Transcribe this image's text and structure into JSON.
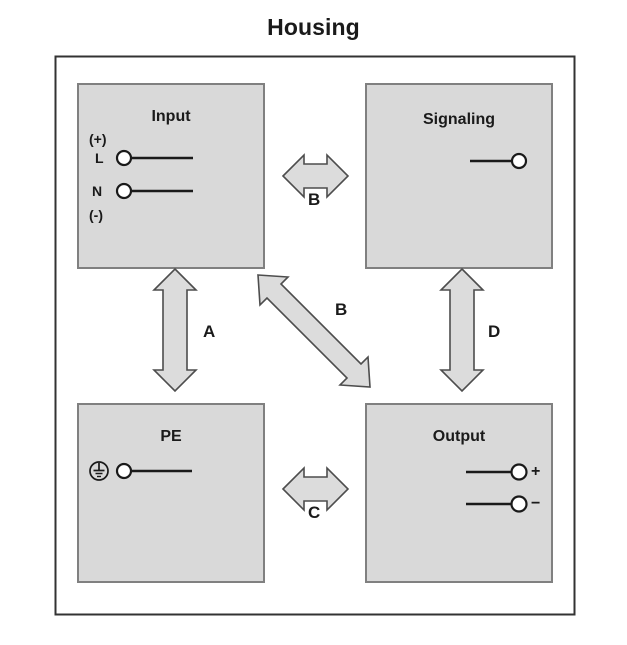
{
  "diagram": {
    "title": "Housing",
    "housing_frame": {
      "label": "housing-frame"
    },
    "blocks": [
      {
        "id": "input",
        "title": "Input",
        "terminals": [
          {
            "label": "(+)",
            "type": "text-only"
          },
          {
            "label": "L",
            "type": "terminal"
          },
          {
            "label": "N",
            "type": "terminal"
          },
          {
            "label": "(-)",
            "type": "text-only"
          }
        ]
      },
      {
        "id": "signaling",
        "title": "Signaling",
        "terminals": [
          {
            "label": "",
            "type": "terminal"
          }
        ]
      },
      {
        "id": "pe",
        "title": "PE",
        "terminals": [
          {
            "label": "earth-symbol",
            "type": "terminal"
          }
        ]
      },
      {
        "id": "output",
        "title": "Output",
        "terminals": [
          {
            "label": "+",
            "type": "terminal"
          },
          {
            "label": "−",
            "type": "terminal"
          }
        ]
      }
    ],
    "arrows": [
      {
        "id": "input-signaling",
        "label": "B",
        "orientation": "horizontal",
        "from": "input",
        "to": "signaling"
      },
      {
        "id": "input-pe",
        "label": "A",
        "orientation": "vertical",
        "from": "input",
        "to": "pe"
      },
      {
        "id": "input-output",
        "label": "B",
        "orientation": "diagonal",
        "from": "input",
        "to": "output"
      },
      {
        "id": "signaling-output",
        "label": "D",
        "orientation": "vertical",
        "from": "signaling",
        "to": "output"
      },
      {
        "id": "pe-output",
        "label": "C",
        "orientation": "horizontal",
        "from": "pe",
        "to": "output"
      }
    ],
    "colors": {
      "block_fill": "#d9d9d9",
      "block_stroke": "#808080",
      "arrow_fill": "#dcdcdc",
      "arrow_stroke": "#4d4d4d",
      "line_stroke": "#1a1a1a",
      "frame_stroke": "#333333",
      "background": "#ffffff"
    }
  }
}
